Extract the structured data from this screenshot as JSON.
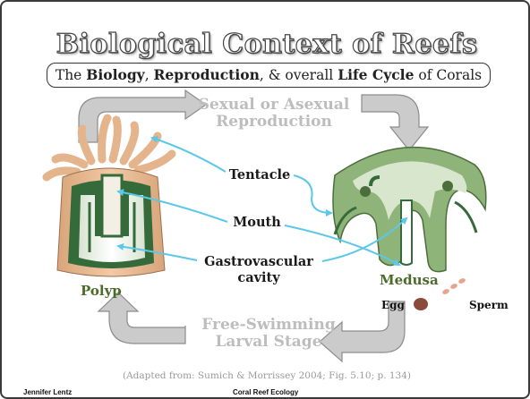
{
  "title": "Biological Context of Reefs",
  "subtitle": {
    "prefix": "The ",
    "b1": "Biology",
    "sep1": ", ",
    "b2": "Reproduction",
    "sep2": ", & overall ",
    "b3": "Life Cycle",
    "suffix": " of Corals"
  },
  "cycle": {
    "top_line1": "Sexual or Asexual",
    "top_line2": "Reproduction",
    "bottom_line1": "Free-Swimming",
    "bottom_line2": "Larval Stage"
  },
  "labels": {
    "tentacle": "Tentacle",
    "mouth": "Mouth",
    "gastro_line1": "Gastrovascular",
    "gastro_line2": "cavity",
    "polyp": "Polyp",
    "medusa": "Medusa",
    "egg": "Egg",
    "sperm": "Sperm"
  },
  "credit": "(Adapted from: Sumich & Morrissey 2004; Fig. 5.10; p. 134)",
  "footer": {
    "author": "Jennifer Lentz",
    "course": "Coral Reef Ecology"
  },
  "colors": {
    "arrow_gray": "#c8c8c8",
    "pointer_cyan": "#5bc8e8",
    "polyp_outer": "#e4b48c",
    "polyp_wall": "#356b3a",
    "medusa_green": "#8fb47a"
  }
}
